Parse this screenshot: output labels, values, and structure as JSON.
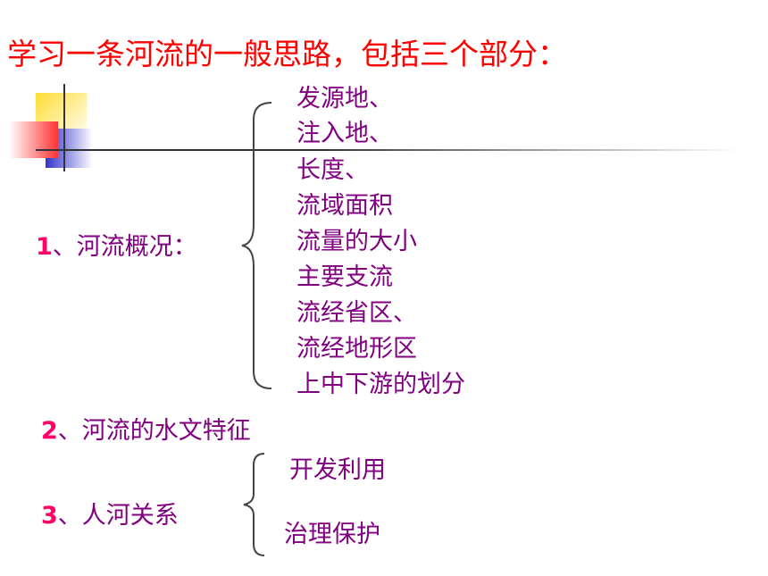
{
  "title": "学习一条河流的一般思路，包括三个部分：",
  "sections": [
    {
      "number": "1",
      "label": "、河流概况：",
      "items": [
        "发源地、",
        "注入地、",
        "长度、",
        "流域面积",
        "流量的大小",
        "主要支流",
        "流经省区、",
        "流经地形区",
        "上中下游的划分"
      ]
    },
    {
      "number": "2",
      "label": "、河流的水文特征"
    },
    {
      "number": "3",
      "label": "、人河关系",
      "items": [
        "开发利用",
        "治理保护"
      ]
    }
  ],
  "colors": {
    "title": "#ff0000",
    "text": "#800080",
    "number": "#ff0066",
    "deco_yellow": "#ffcc00",
    "deco_blue": "#3333cc",
    "deco_red": "#ff3333"
  }
}
